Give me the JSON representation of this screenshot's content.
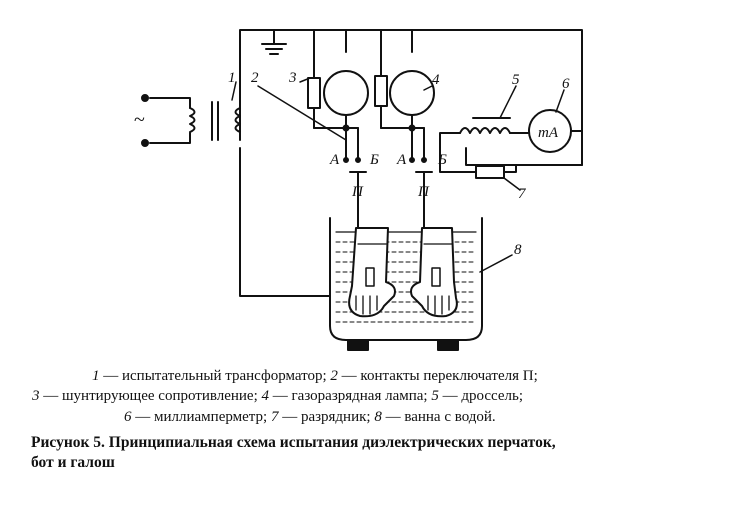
{
  "diagram": {
    "labels": {
      "n1": "1",
      "n2": "2",
      "n3": "3",
      "n4": "4",
      "n5": "5",
      "n6": "6",
      "n7": "7",
      "n8": "8",
      "a1": "А",
      "b1": "Б",
      "a2": "А",
      "b2": "Б",
      "p1": "П",
      "p2": "П",
      "ma": "mA",
      "ac": "~"
    }
  },
  "legend": {
    "line1": {
      "n1": "1",
      "t1": " — испытательный трансформатор; ",
      "n2": "2",
      "t2": " — контакты переключателя П;"
    },
    "line2": {
      "n3": "3",
      "t3": " — шунтирующее сопротивление; ",
      "n4": "4",
      "t4": " — газоразрядная лампа; ",
      "n5": "5",
      "t5": " — дроссель;"
    },
    "line3": {
      "n6": "6",
      "t6": " — миллиамперметр; ",
      "n7": "7",
      "t7": " — разрядник; ",
      "n8": "8",
      "t8": " — ванна с водой."
    }
  },
  "caption": {
    "line1": "Рисунок 5. Принципиальная схема испытания диэлектрических перчаток,",
    "line2": "бот и галош"
  }
}
